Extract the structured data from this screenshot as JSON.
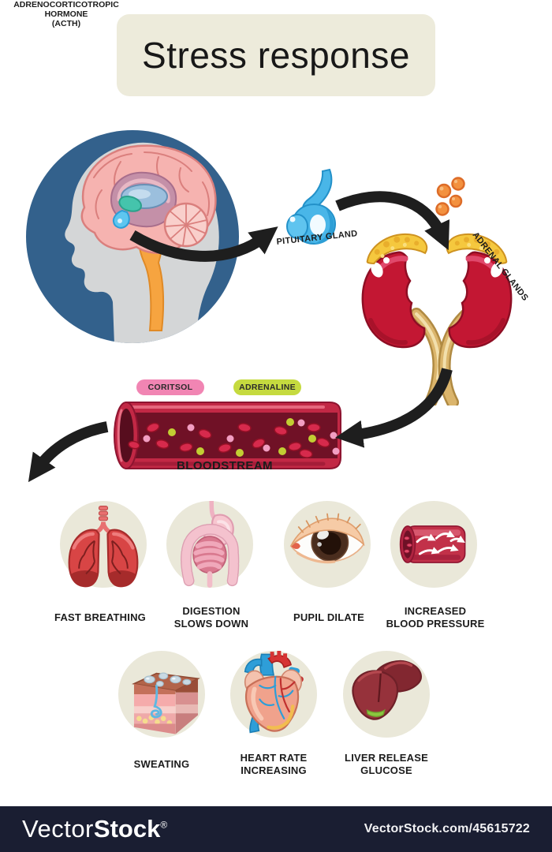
{
  "title": "Stress response",
  "flow": {
    "pituitary_label": "PITUITARY GLAND",
    "acth_lines": [
      "ADRENOCORTICOTROPIC",
      "HORMONE",
      "(ACTH)"
    ],
    "adrenal_label": "ADRENAL GLANDS",
    "hormone_tags": [
      {
        "label": "CORITSOL",
        "color": "#F185B3"
      },
      {
        "label": "ADRENALINE",
        "color": "#C5DA3F"
      }
    ],
    "bloodstream_label": "BLOODSTREAM"
  },
  "effects": [
    {
      "icon": "lungs-icon",
      "lines": [
        "FAST BREATHING"
      ]
    },
    {
      "icon": "intestines-icon",
      "lines": [
        "DIGESTION",
        "SLOWS DOWN"
      ]
    },
    {
      "icon": "eye-icon",
      "lines": [
        "PUPIL DILATE"
      ]
    },
    {
      "icon": "blood-vessel-icon",
      "lines": [
        "INCREASED",
        "BLOOD PRESSURE"
      ]
    },
    {
      "icon": "skin-sweat-icon",
      "lines": [
        "SWEATING"
      ]
    },
    {
      "icon": "heart-icon",
      "lines": [
        "HEART RATE",
        "INCREASING"
      ]
    },
    {
      "icon": "liver-icon",
      "lines": [
        "LIVER RELEASE",
        "GLUCOSE"
      ]
    }
  ],
  "footer": {
    "brand_light": "Vector",
    "brand_bold": "Stock",
    "registered": "®",
    "credit": "VectorStock.com/45615722"
  },
  "colors": {
    "title_bg": "#EDEBDB",
    "head_circle_blue": "#33618C",
    "head_silhouette_gray": "#D4D6D7",
    "effect_circle_bg": "#EAE8D9",
    "cortisol_pink": "#F185B3",
    "adrenaline_green": "#C5DA3F",
    "arrow_black": "#1E1E1E",
    "acth_dot_orange": "#F3913F",
    "kidney_red": "#C31733",
    "adrenal_yellow": "#F5C83E",
    "vessel_red": "#C22845",
    "footer_bg": "#1A1E32"
  }
}
